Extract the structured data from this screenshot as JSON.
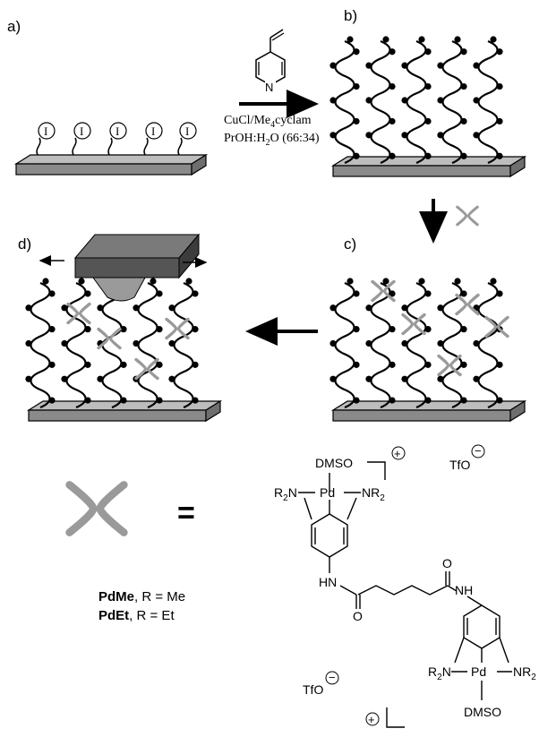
{
  "panels": {
    "a": "a)",
    "b": "b)",
    "c": "c)",
    "d": "d)"
  },
  "initiator_label": "I",
  "reaction": {
    "line1": "CuCl/Me",
    "line1_sub": "4",
    "line1_end": "cyclam",
    "line2": "PrOH:H",
    "line2_sub": "2",
    "line2_end": "O (66:34)",
    "pyridine_n": "N"
  },
  "equals": "=",
  "legend": {
    "pdme_bold": "PdMe",
    "pdme_rest": ", R = Me",
    "pdet_bold": "PdEt",
    "pdet_rest": ",  R = Et"
  },
  "structure": {
    "dmso": "DMSO",
    "pd": "Pd",
    "r2n": "R",
    "r2n_sub": "2",
    "r2n_end": "N",
    "nr2": "NR",
    "nr2_sub": "2",
    "hn": "HN",
    "nh": "NH",
    "o": "O",
    "plus": "+",
    "minus": "−",
    "tfo": "TfO"
  },
  "colors": {
    "chain": "#000000",
    "substrate": "#8a8a8a",
    "crosslinker": "#9a9a9a",
    "tip": "#555555"
  }
}
